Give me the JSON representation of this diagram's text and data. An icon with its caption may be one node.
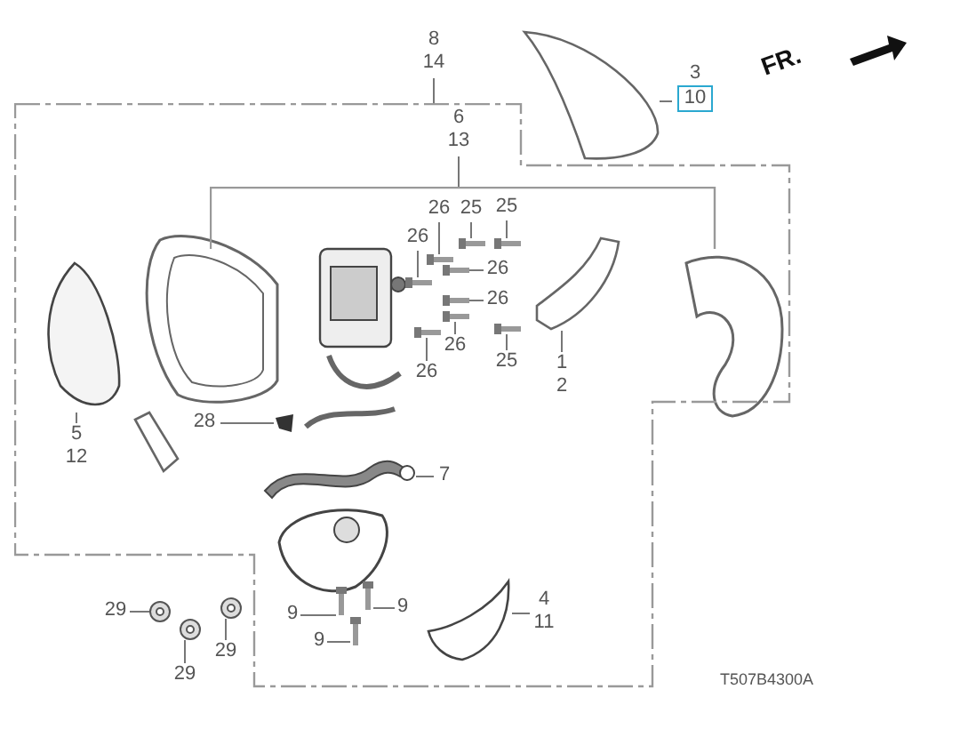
{
  "diagram": {
    "nodes": [
      {
        "text": [
          "8",
          "14"
        ]
      },
      {
        "text": [
          "3",
          "10"
        ]
      },
      {
        "text": [],
        "shape": "picture"
      },
      {
        "text": [
          "6",
          "13"
        ],
        "in": 44
      },
      {
        "text": [
          "26"
        ],
        "in": 45
      },
      {
        "text": [
          "25"
        ],
        "in": 45
      },
      {
        "text": [
          "25"
        ],
        "in": 45
      },
      {
        "text": [
          "26"
        ],
        "in": 45
      },
      {
        "text": [
          "26"
        ],
        "in": 44
      },
      {
        "text": [
          "26"
        ],
        "in": 44
      },
      {
        "text": [
          "26"
        ],
        "in": 44
      },
      {
        "text": [
          "26"
        ],
        "in": 44
      },
      {
        "text": [
          "25"
        ],
        "in": 44
      },
      {
        "text": [
          "1",
          "2"
        ],
        "in": 44
      },
      {
        "text": [
          "5",
          "12"
        ],
        "in": 44
      },
      {
        "text": [
          "28"
        ],
        "in": 44
      },
      {
        "text": [
          "7"
        ],
        "in": 44
      },
      {
        "text": [
          "29"
        ]
      },
      {
        "text": [
          "9"
        ],
        "in": 44
      },
      {
        "text": [
          "9"
        ],
        "in": 44
      },
      {
        "text": [
          "4",
          "11"
        ],
        "in": 44
      },
      {
        "text": [
          "9"
        ],
        "in": 44
      },
      {
        "text": [
          "29"
        ]
      },
      {
        "text": [
          "29"
        ]
      },
      {
        "text": [],
        "shape": "picture",
        "in": 44
      },
      {
        "text": [],
        "shape": "picture",
        "in": 45
      },
      {
        "text": [],
        "shape": "picture",
        "in": 45
      },
      {
        "text": [],
        "shape": "picture",
        "in": 44
      },
      {
        "text": [],
        "shape": "picture",
        "in": 44
      },
      {
        "text": [],
        "shape": "picture",
        "in": 44
      },
      {
        "text": [],
        "shape": "picture",
        "in": 44
      },
      {
        "text": [],
        "shape": "picture",
        "in": 44
      },
      {
        "text": [],
        "shape": "picture",
        "in": 44
      },
      {
        "text": [],
        "shape": "picture",
        "in": 44
      },
      {
        "text": [],
        "shape": "picture",
        "in": 44
      },
      {
        "text": [],
        "shape": "picture",
        "in": 44
      },
      {
        "text": [],
        "shape": "picture",
        "in": 44
      },
      {
        "text": [],
        "shape": "picture"
      },
      {
        "text": [],
        "shape": "picture",
        "in": 44
      },
      {
        "text": [],
        "shape": "picture",
        "in": 44
      },
      {
        "text": [],
        "shape": "picture",
        "in": 44
      },
      {
        "text": [],
        "shape": "picture",
        "in": 44
      },
      {
        "text": [],
        "shape": "picture"
      },
      {
        "text": [],
        "shape": "picture"
      },
      {
        "text": [],
        "shape": "box"
      },
      {
        "text": [],
        "shape": "box",
        "in": 44
      }
    ],
    "edges": [
      {
        "from": 0,
        "to": 44,
        "arrow": "none"
      },
      {
        "from": 1,
        "to": 2,
        "arrow": "none"
      },
      {
        "from": 3,
        "to": 45,
        "arrow": "none"
      },
      {
        "from": 4,
        "to": 24,
        "arrow": "none"
      },
      {
        "from": 5,
        "to": 25,
        "arrow": "none"
      },
      {
        "from": 6,
        "to": 26,
        "arrow": "none"
      },
      {
        "from": 7,
        "to": 27,
        "arrow": "none"
      },
      {
        "from": 8,
        "to": 28,
        "arrow": "none"
      },
      {
        "from": 9,
        "to": 29,
        "arrow": "none"
      },
      {
        "from": 10,
        "to": 30,
        "arrow": "none"
      },
      {
        "from": 11,
        "to": 31,
        "arrow": "none"
      },
      {
        "from": 12,
        "to": 32,
        "arrow": "none"
      },
      {
        "from": 13,
        "to": 33,
        "arrow": "none"
      },
      {
        "from": 14,
        "to": 34,
        "arrow": "none"
      },
      {
        "from": 15,
        "to": 35,
        "arrow": "none"
      },
      {
        "from": 16,
        "to": 36,
        "arrow": "none"
      },
      {
        "from": 17,
        "to": 37,
        "arrow": "none"
      },
      {
        "from": 18,
        "to": 38,
        "arrow": "none"
      },
      {
        "from": 19,
        "to": 39,
        "arrow": "none"
      },
      {
        "from": 20,
        "to": 40,
        "arrow": "none"
      },
      {
        "from": 21,
        "to": 41,
        "arrow": "none"
      },
      {
        "from": 22,
        "to": 42,
        "arrow": "none"
      },
      {
        "from": 23,
        "to": 43,
        "arrow": "none"
      }
    ],
    "labels": [
      "FR.",
      "T507B4300A"
    ]
  }
}
